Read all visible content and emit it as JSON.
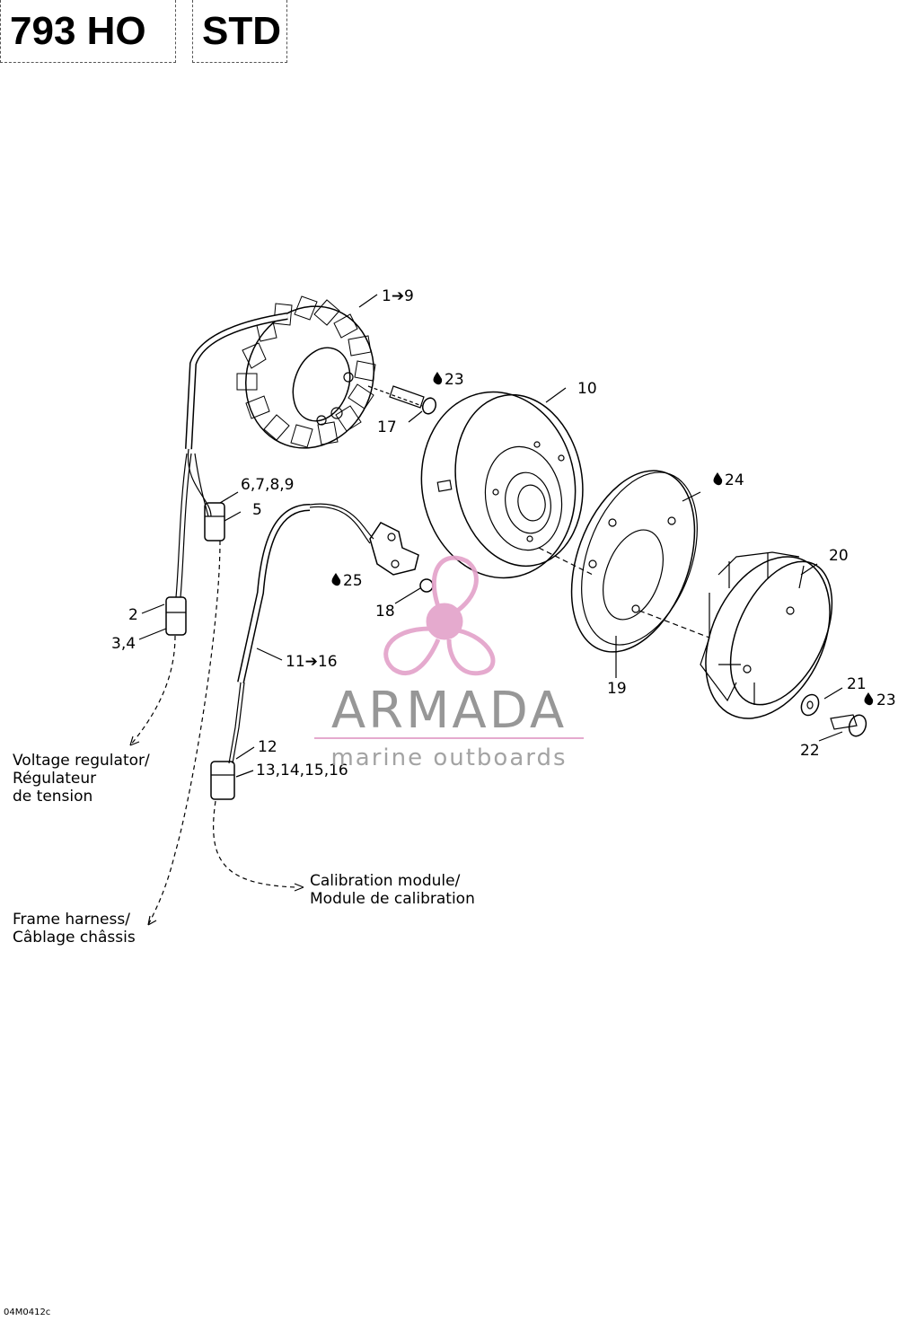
{
  "header": {
    "model": "793 HO",
    "variant": "STD"
  },
  "callouts": {
    "c1": "1➔9",
    "c10": "10",
    "c17": "17",
    "c23a": "23",
    "c24": "24",
    "c6789": "6,7,8,9",
    "c5": "5",
    "c25": "25",
    "c18": "18",
    "c2": "2",
    "c34": "3,4",
    "c11": "11➔16",
    "c12": "12",
    "c13": "13,14,15,16",
    "c19": "19",
    "c20": "20",
    "c21": "21",
    "c23b": "23",
    "c22": "22"
  },
  "annotations": {
    "voltage_regulator": [
      "Voltage regulator/",
      "Régulateur",
      "de tension"
    ],
    "calibration_module": [
      "Calibration module/",
      "Module de calibration"
    ],
    "frame_harness": [
      "Frame harness/",
      "Câblage châssis"
    ]
  },
  "watermark": {
    "brand": "ARMADA",
    "tagline": "marine outboards",
    "color": "#e3a1c9"
  },
  "figure_code": "04M0412c"
}
